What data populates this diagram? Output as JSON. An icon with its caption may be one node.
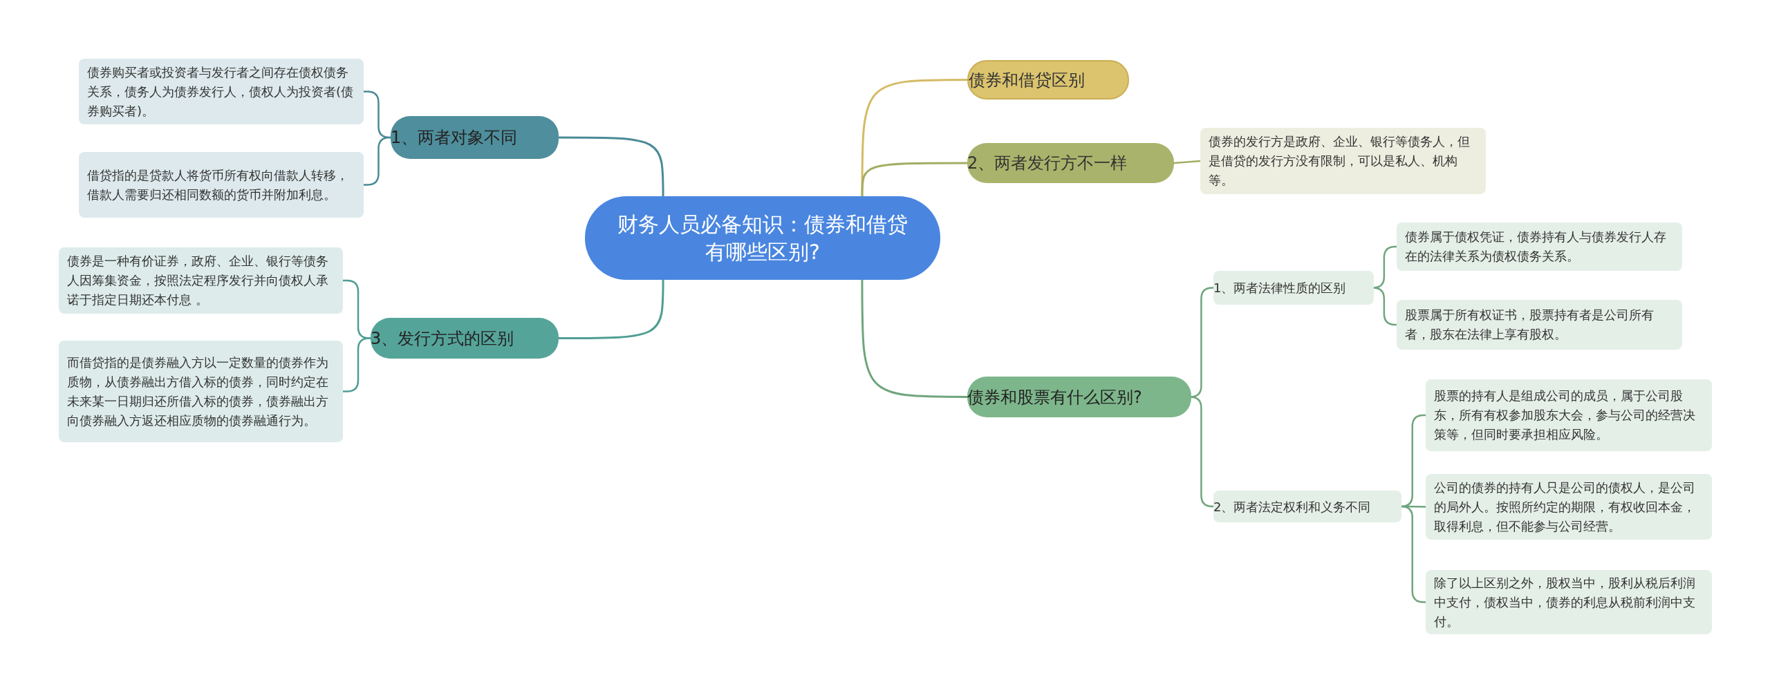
{
  "diagram": {
    "nodes": [
      {
        "text": [
          "财务人员必备知识：债券和借贷有哪些区别?"
        ]
      },
      {
        "text": [
          "债券和借贷区别"
        ]
      },
      {
        "text": [
          "2、两者发行方不一样"
        ]
      },
      {
        "text": [
          "债券的发行方是政府、企业、银行等债务人，但是借贷的发行方没有限制，可以是私人、机构等。"
        ]
      },
      {
        "text": [
          "债券和股票有什么区别?"
        ]
      },
      {
        "text": [
          "1、两者法律性质的区别"
        ]
      },
      {
        "text": [
          "债券属于债权凭证，债券持有人与债券发行人存在的法律关系为债权债务关系。"
        ]
      },
      {
        "text": [
          "股票属于所有权证书，股票持有者是公司所有者，股东在法律上享有股权。"
        ]
      },
      {
        "text": [
          "2、两者法定权利和义务不同"
        ]
      },
      {
        "text": [
          "股票的持有人是组成公司的成员，属于公司股东，所有有权参加股东大会，参与公司的经营决策等，但同时要承担相应风险。"
        ]
      },
      {
        "text": [
          "公司的债券的持有人只是公司的债权人，是公司的局外人。按照所约定的期限，有权收回本金，取得利息，但不能参与公司经营。"
        ]
      },
      {
        "text": [
          "除了以上区别之外，股权当中，股利从税后利润中支付，债权当中，债券的利息从税前利润中支付。"
        ]
      },
      {
        "text": [
          "1、两者对象不同"
        ]
      },
      {
        "text": [
          "债券购买者或投资者与发行者之间存在债权债务关系，债务人为债券发行人，债权人为投资者(债券购买者)。"
        ]
      },
      {
        "text": [
          "借贷指的是贷款人将货币所有权向借款人转移，借款人需要归还相同数额的货币并附加利息。"
        ]
      },
      {
        "text": [
          "3、发行方式的区别"
        ]
      },
      {
        "text": [
          "债券是一种有价证券，政府、企业、银行等债务人因筹集资金，按照法定程序发行并向债权人承诺于指定日期还本付息 。"
        ]
      },
      {
        "text": [
          "而借贷指的是债券融入方以一定数量的债券作为质物，从债券融出方借入标的债券，同时约定在未来某一日期归还所借入标的债券，债券融出方向债券融入方返还相应质物的债券融通行为。"
        ]
      }
    ],
    "edges": [
      {
        "from": 0,
        "to": 1,
        "arrow": "none",
        "color": "#d4bb63"
      },
      {
        "from": 0,
        "to": 2,
        "arrow": "none",
        "color": "#a3ad62"
      },
      {
        "from": 2,
        "to": 3,
        "arrow": "none",
        "color": "#a3ad62"
      },
      {
        "from": 0,
        "to": 4,
        "arrow": "none",
        "color": "#6fa57d"
      },
      {
        "from": 4,
        "to": 5,
        "arrow": "none",
        "color": "#6fa57d"
      },
      {
        "from": 5,
        "to": 6,
        "arrow": "none",
        "color": "#6fa57d"
      },
      {
        "from": 5,
        "to": 7,
        "arrow": "none",
        "color": "#6fa57d"
      },
      {
        "from": 4,
        "to": 8,
        "arrow": "none",
        "color": "#6fa57d"
      },
      {
        "from": 8,
        "to": 9,
        "arrow": "none",
        "color": "#6fa57d"
      },
      {
        "from": 8,
        "to": 10,
        "arrow": "none",
        "color": "#6fa57d"
      },
      {
        "from": 8,
        "to": 11,
        "arrow": "none",
        "color": "#6fa57d"
      },
      {
        "from": 0,
        "to": 12,
        "arrow": "none",
        "color": "#4a8a97"
      },
      {
        "from": 12,
        "to": 13,
        "arrow": "none",
        "color": "#4a8a97"
      },
      {
        "from": 12,
        "to": 14,
        "arrow": "none",
        "color": "#4a8a97"
      },
      {
        "from": 0,
        "to": 15,
        "arrow": "none",
        "color": "#4f9d93"
      },
      {
        "from": 15,
        "to": 16,
        "arrow": "none",
        "color": "#4f9d93"
      },
      {
        "from": 15,
        "to": 17,
        "arrow": "none",
        "color": "#4f9d93"
      }
    ]
  }
}
